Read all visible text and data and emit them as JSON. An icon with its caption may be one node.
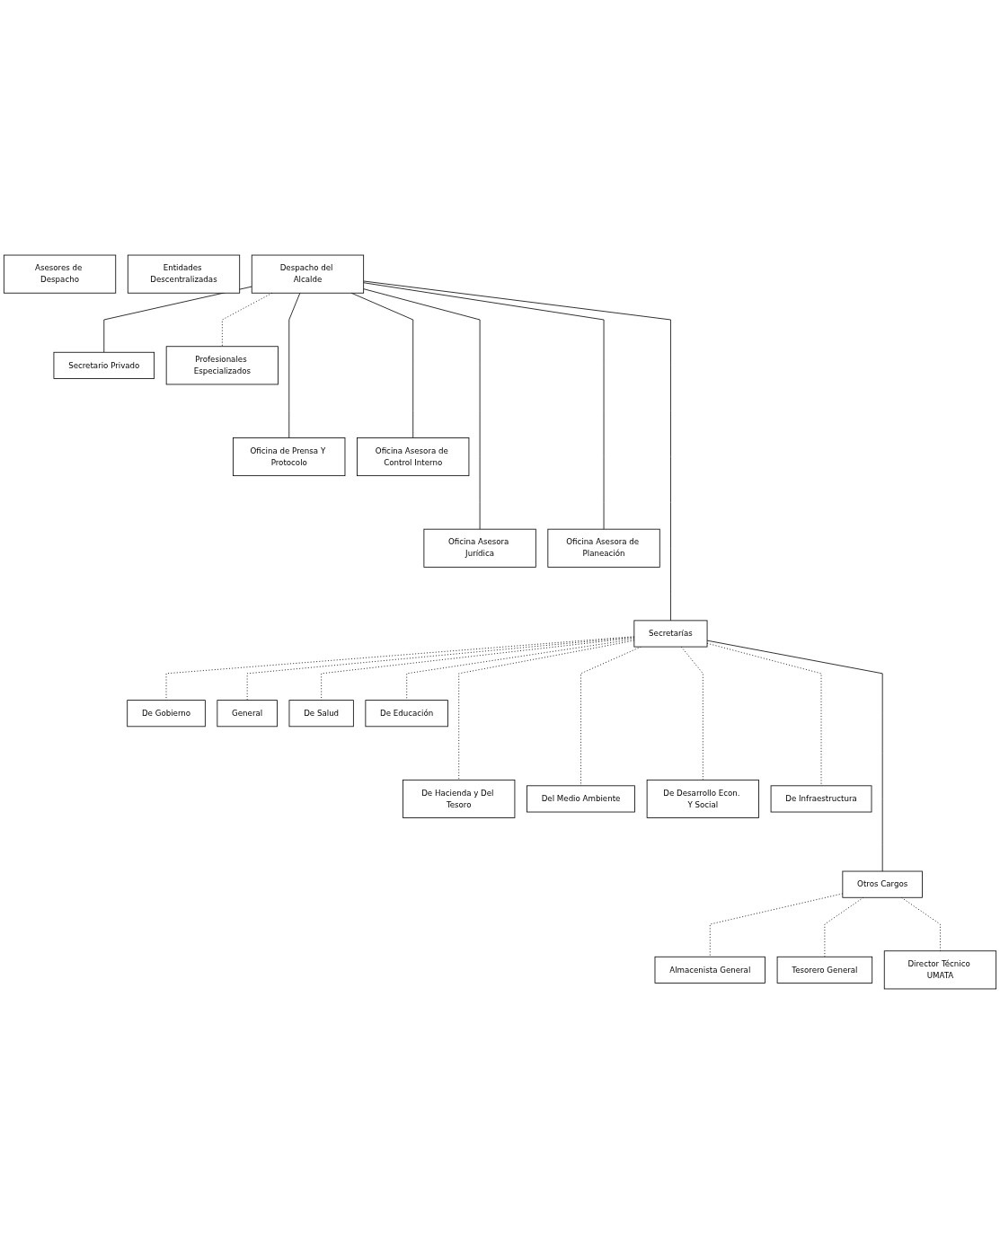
{
  "diagram": {
    "nodes": [
      {
        "text": [
          "Entidades Descentralizadas"
        ]
      },
      {
        "text": [
          "Despacho del Alcalde"
        ]
      },
      {
        "text": [
          "Asesores de Despacho"
        ]
      },
      {
        "text": [
          "Profesionales Especializados"
        ]
      },
      {
        "text": [
          "Secretario Privado"
        ]
      },
      {
        "text": [
          "Oficina de Prensa Y Protocolo"
        ]
      },
      {
        "text": [
          "Oficina Asesora de Control Interno"
        ]
      },
      {
        "text": [
          "Oficina Asesora Jurídica"
        ]
      },
      {
        "text": [
          "Oficina Asesora de Planeación"
        ]
      },
      {
        "text": [
          "Secretarías"
        ]
      },
      {
        "text": [
          "De Gobierno"
        ]
      },
      {
        "text": [
          "General"
        ]
      },
      {
        "text": [
          "De Salud"
        ]
      },
      {
        "text": [
          "De Educación"
        ]
      },
      {
        "text": [
          "De Hacienda y Del Tesoro"
        ]
      },
      {
        "text": [
          "Del Medio Ambiente"
        ]
      },
      {
        "text": [
          "De Desarrollo Econ. Y Social"
        ]
      },
      {
        "text": [
          "De Infraestructura"
        ]
      },
      {
        "text": [
          "Otros Cargos"
        ]
      },
      {
        "text": [
          "Almacenista General"
        ]
      },
      {
        "text": [
          "Tesorero General"
        ]
      },
      {
        "text": [
          "Director Técnico UMATA"
        ]
      }
    ],
    "edges": [
      {
        "from": 1,
        "to": 3,
        "arrow": "none",
        "style": "dashed"
      },
      {
        "from": 1,
        "to": 4,
        "arrow": "none"
      },
      {
        "from": 1,
        "to": 5,
        "arrow": "none"
      },
      {
        "from": 1,
        "to": 6,
        "arrow": "none"
      },
      {
        "from": 1,
        "to": 7,
        "arrow": "none"
      },
      {
        "from": 1,
        "to": 8,
        "arrow": "none"
      },
      {
        "from": 1,
        "to": 9,
        "arrow": "none"
      },
      {
        "from": 9,
        "to": 10,
        "arrow": "none",
        "style": "dashed"
      },
      {
        "from": 9,
        "to": 11,
        "arrow": "none",
        "style": "dashed"
      },
      {
        "from": 9,
        "to": 14,
        "arrow": "none",
        "style": "dashed"
      },
      {
        "from": 9,
        "to": 15,
        "arrow": "none",
        "style": "dashed"
      },
      {
        "from": 9,
        "to": 12,
        "arrow": "none",
        "style": "dashed"
      },
      {
        "from": 9,
        "to": 13,
        "arrow": "none",
        "style": "dashed"
      },
      {
        "from": 9,
        "to": 16,
        "arrow": "none",
        "style": "dashed"
      },
      {
        "from": 9,
        "to": 17,
        "arrow": "none",
        "style": "dashed"
      },
      {
        "from": 9,
        "to": 18,
        "arrow": "none"
      },
      {
        "from": 18,
        "to": 19,
        "arrow": "none",
        "style": "dashed"
      },
      {
        "from": 18,
        "to": 20,
        "arrow": "none",
        "style": "dashed"
      },
      {
        "from": 18,
        "to": 21,
        "arrow": "none",
        "style": "dashed"
      }
    ]
  }
}
